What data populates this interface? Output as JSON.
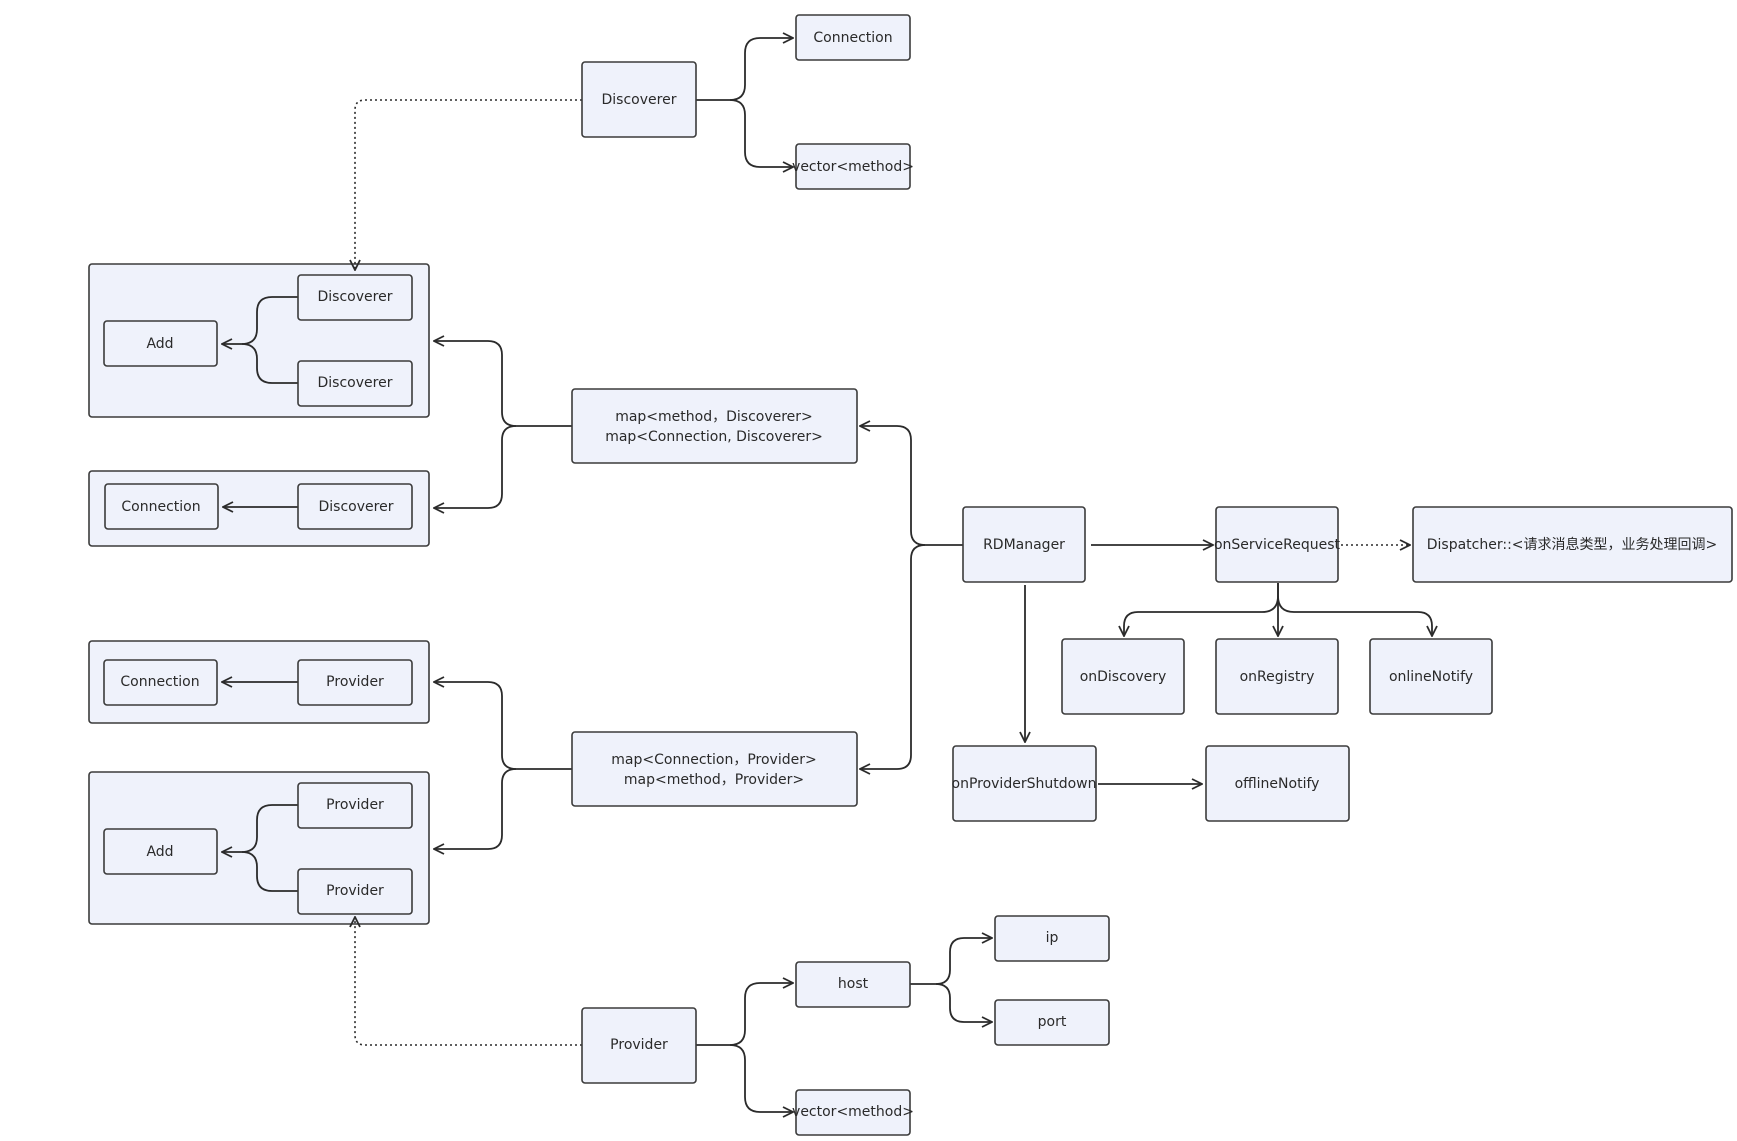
{
  "nodes": {
    "discoverer_top": "Discoverer",
    "connection_top": "Connection",
    "vector_method_top": "vector<method>",
    "g1_add": "Add",
    "g1_discoverer_a": "Discoverer",
    "g1_discoverer_b": "Discoverer",
    "g2_connection": "Connection",
    "g2_discoverer": "Discoverer",
    "map_discoverer_line1": "map<method，Discoverer>",
    "map_discoverer_line2": "map<Connection, Discoverer>",
    "rdmanager": "RDManager",
    "on_service_request": "onServiceRequest",
    "dispatcher": "Dispatcher::<请求消息类型，业务处理回调>",
    "on_discovery": "onDiscovery",
    "on_registry": "onRegistry",
    "online_notify": "onlineNotify",
    "on_provider_shutdown": "onProviderShutdown",
    "offline_notify": "offlineNotify",
    "g3_connection": "Connection",
    "g3_provider": "Provider",
    "map_provider_line1": "map<Connection，Provider>",
    "map_provider_line2": "map<method，Provider>",
    "g4_add": "Add",
    "g4_provider_a": "Provider",
    "g4_provider_b": "Provider",
    "provider_bottom": "Provider",
    "host": "host",
    "ip": "ip",
    "port": "port",
    "vector_method_bottom": "vector<method>"
  },
  "colors": {
    "node_fill": "#eff2fb",
    "stroke": "#3b3b3b",
    "background": "#ffffff"
  }
}
